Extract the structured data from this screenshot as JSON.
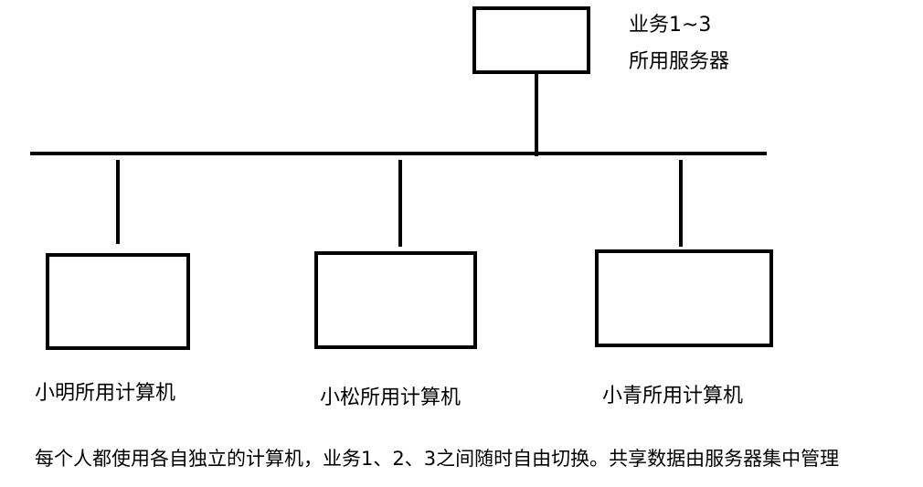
{
  "server": {
    "label_line1": "业务1~3",
    "label_line2": "所用服务器"
  },
  "computers": [
    {
      "label": "小明所用计算机"
    },
    {
      "label": "小松所用计算机"
    },
    {
      "label": "小青所用计算机"
    }
  ],
  "caption": "每个人都使用各自独立的计算机，业务1、2、3之间随时自由切换。共享数据由服务器集中管理",
  "colors": {
    "stroke": "#000000",
    "background": "#ffffff"
  }
}
